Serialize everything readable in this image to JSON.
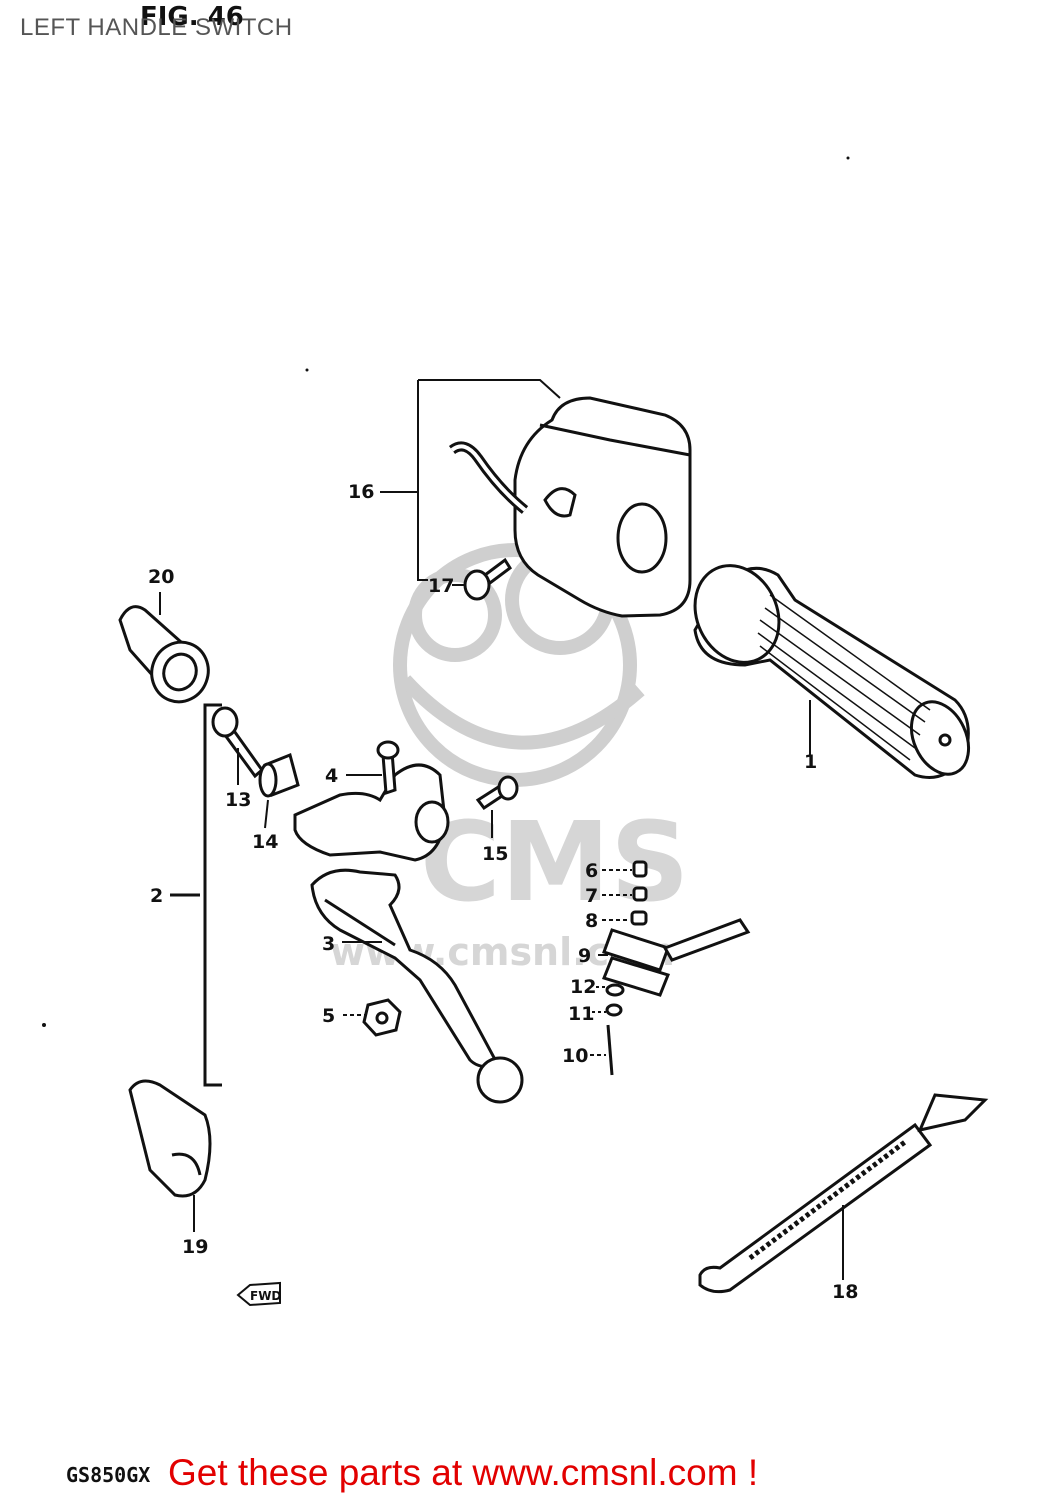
{
  "page": {
    "title": "LEFT HANDLE SWITCH",
    "figure_label": "FIG. 46",
    "model_code": "GS850GX",
    "promo_text": "Get these parts at www.cmsnl.com !",
    "link_color": "#e20000"
  },
  "watermark": {
    "brand": "CMS",
    "url": "www.cmsnl.com",
    "color": "#cfcfcf"
  },
  "direction_marker": "FWD",
  "callouts": {
    "p1": "1",
    "p2": "2",
    "p3": "3",
    "p4": "4",
    "p5": "5",
    "p6": "6",
    "p7": "7",
    "p8": "8",
    "p9": "9",
    "p10": "10",
    "p11": "11",
    "p12": "12",
    "p13": "13",
    "p14": "14",
    "p15": "15",
    "p16": "16",
    "p17": "17",
    "p18": "18",
    "p19": "19",
    "p20": "20"
  }
}
